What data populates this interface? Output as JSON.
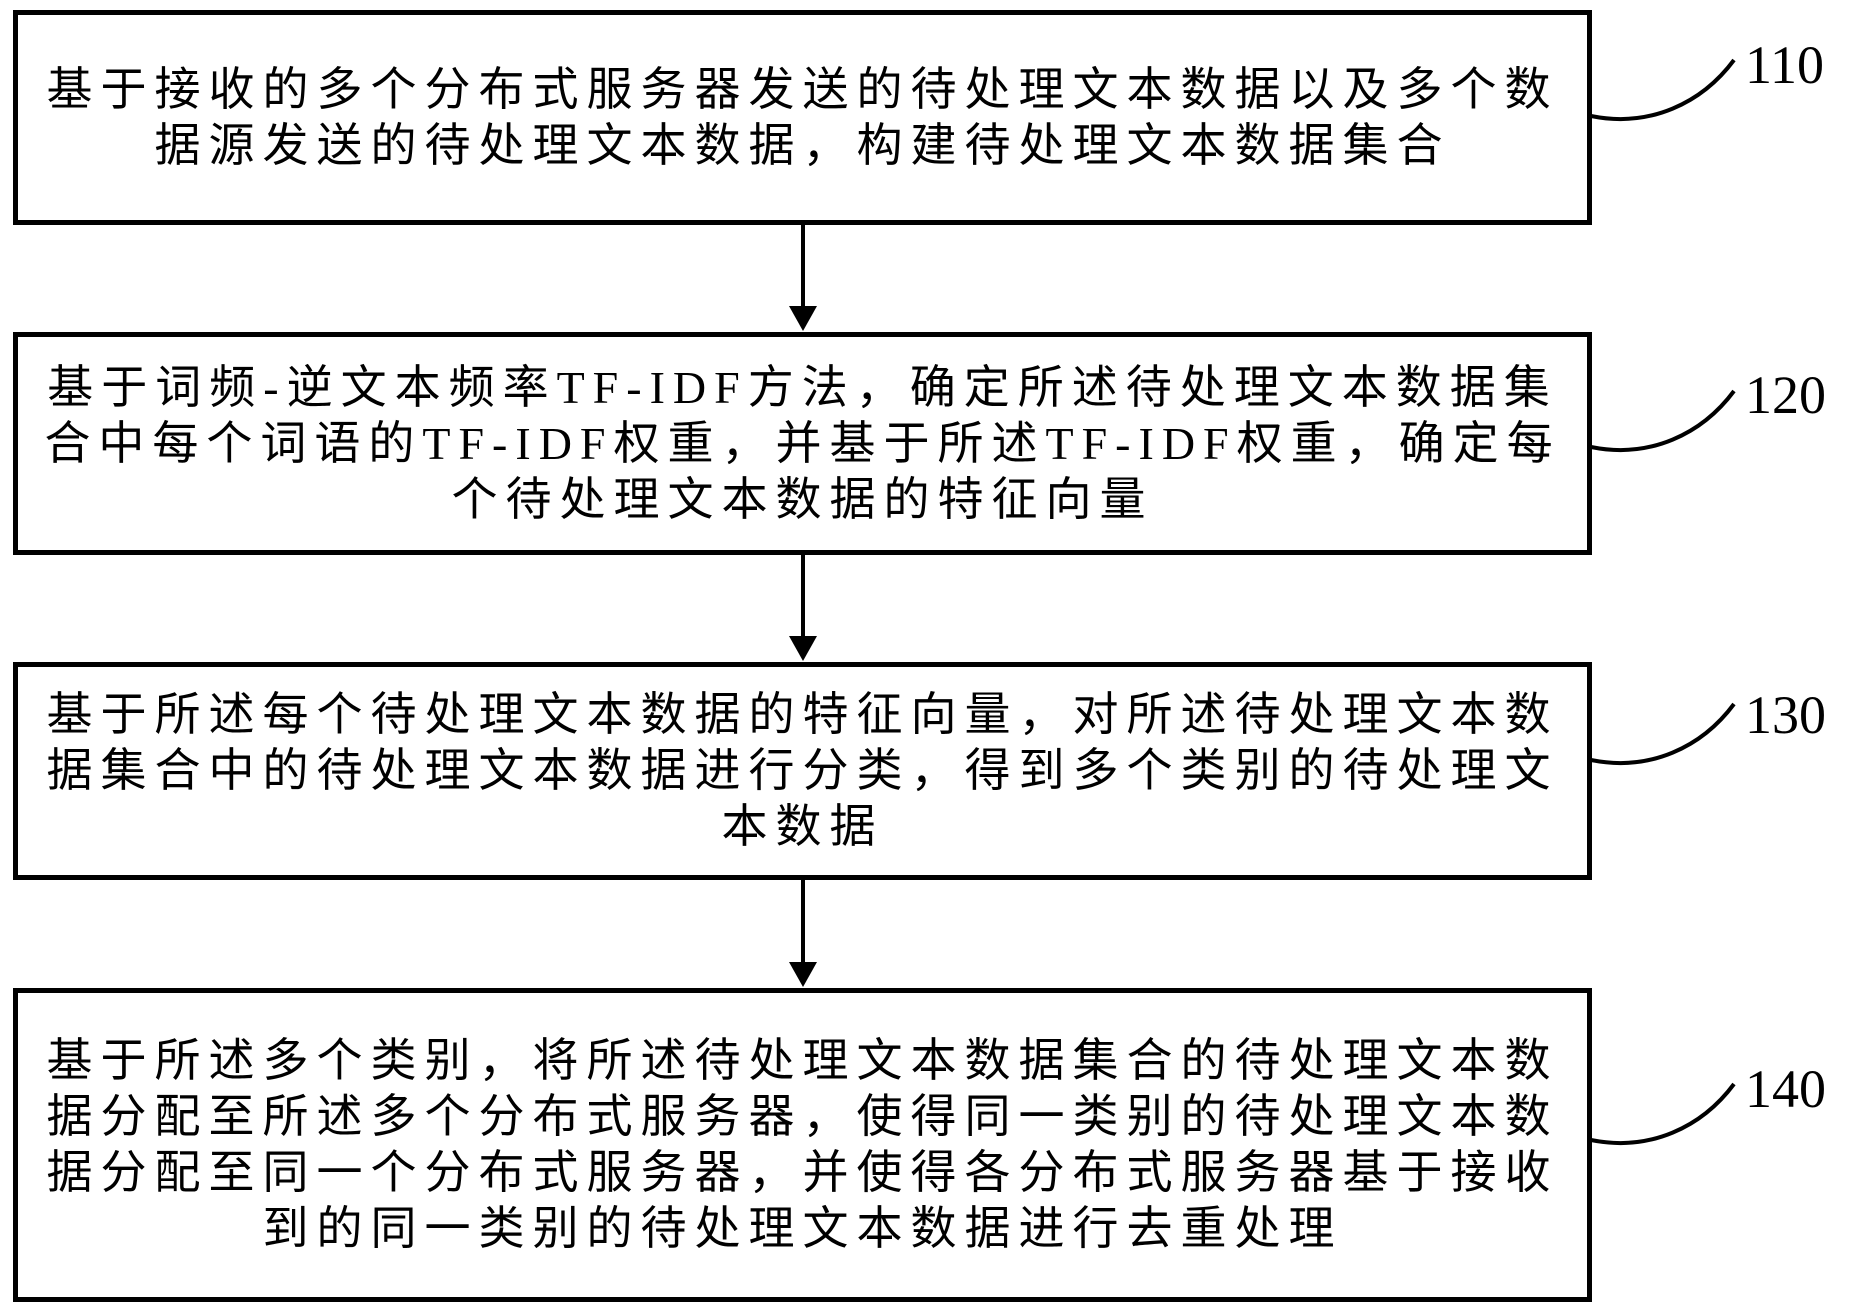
{
  "diagram": {
    "type": "flowchart",
    "background_color": "#ffffff",
    "ink_color": "#000000",
    "steps": [
      {
        "ref": "110",
        "lines": [
          "基于接收的多个分布式服务器发送的待处理文本数据以及多个数",
          "据源发送的待处理文本数据，构建待处理文本数据集合"
        ]
      },
      {
        "ref": "120",
        "lines": [
          "基于词频-逆文本频率TF-IDF方法，确定所述待处理文本数据集",
          "合中每个词语的TF-IDF权重，并基于所述TF-IDF权重，确定每",
          "个待处理文本数据的特征向量"
        ]
      },
      {
        "ref": "130",
        "lines": [
          "基于所述每个待处理文本数据的特征向量，对所述待处理文本数",
          "据集合中的待处理文本数据进行分类，得到多个类别的待处理文",
          "本数据"
        ]
      },
      {
        "ref": "140",
        "lines": [
          "基于所述多个类别，将所述待处理文本数据集合的待处理文本数",
          "据分配至所述多个分布式服务器，使得同一类别的待处理文本数",
          "据分配至同一个分布式服务器，并使得各分布式服务器基于接收",
          "到的同一类别的待处理文本数据进行去重处理"
        ]
      }
    ]
  }
}
